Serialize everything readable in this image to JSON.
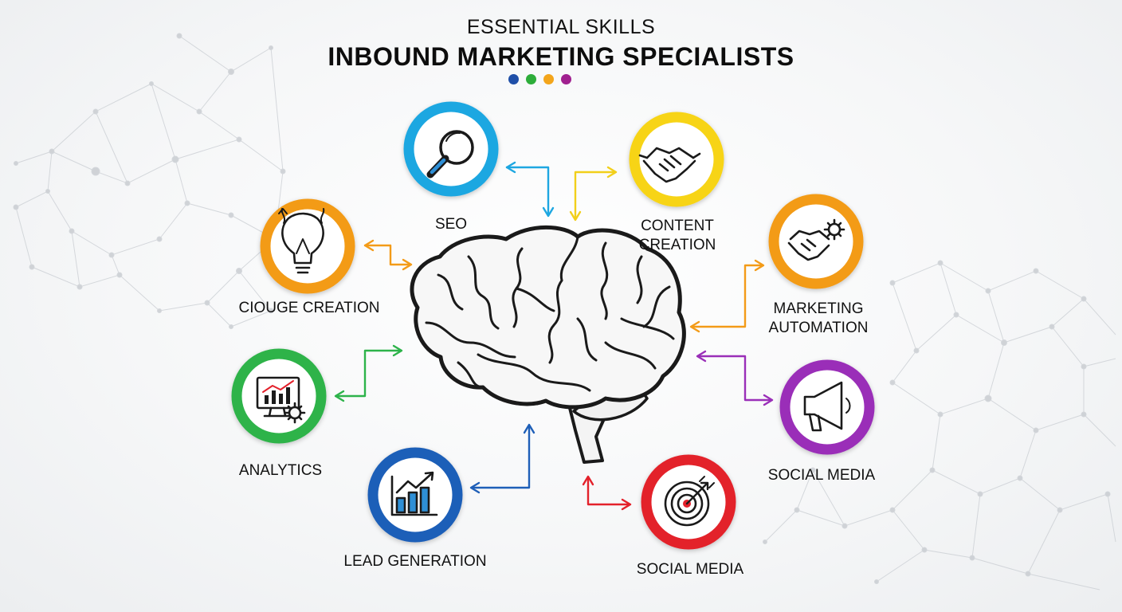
{
  "header": {
    "title_line1": "ESSENTIAL SKILLS",
    "title_line2": "INBOUND MARKETING SPECIALISTS",
    "dots": [
      "#1f4fa8",
      "#2dad3a",
      "#f3a51b",
      "#a0208f"
    ]
  },
  "center": {
    "icon": "brain-icon"
  },
  "nodes": [
    {
      "id": "seo",
      "label": "SEO",
      "color": "#1ea7e1",
      "icon": "magnifier-icon"
    },
    {
      "id": "content-creation",
      "label": "CONTENT\nCREATION",
      "color": "#f7d418",
      "icon": "handshake-icon"
    },
    {
      "id": "marketing-automation",
      "label": "MARKETING\nAUTOMATION",
      "color": "#f39b18",
      "icon": "handshake-gear-icon"
    },
    {
      "id": "social-media-right",
      "label": "SOCIAL MEDIA",
      "color": "#9a2fb8",
      "icon": "megaphone-icon"
    },
    {
      "id": "social-media-bottom",
      "label": "SOCIAL MEDIA",
      "color": "#e3212b",
      "icon": "target-icon"
    },
    {
      "id": "lead-generation",
      "label": "LEAD GENERATION",
      "color": "#1f5fb8",
      "icon": "bar-chart-icon"
    },
    {
      "id": "analytics",
      "label": "ANALYTICS",
      "color": "#2db34a",
      "icon": "analytics-monitor-icon"
    },
    {
      "id": "ciouge-creation",
      "label": "CIOUGE CREATION",
      "color": "#f39b18",
      "icon": "lightbulb-icon"
    }
  ]
}
